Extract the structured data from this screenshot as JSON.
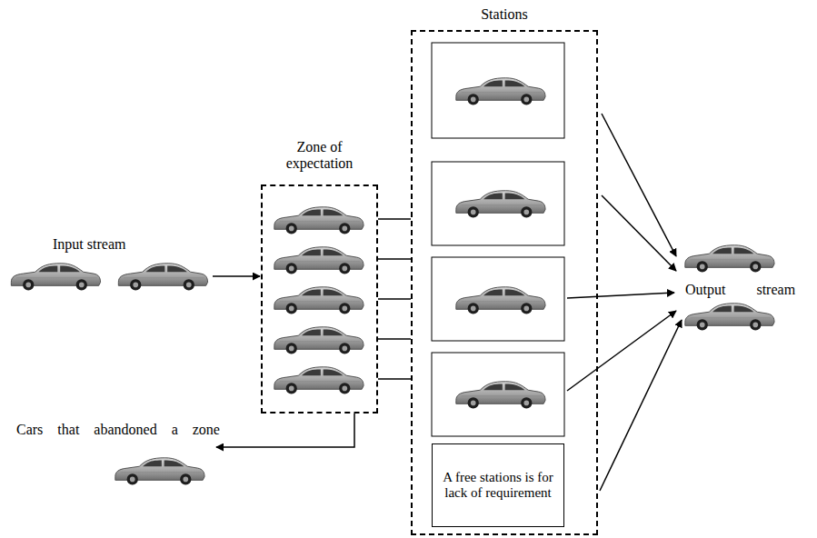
{
  "diagram": {
    "nodes": [
      {
        "text": [
          "Zone of expectation"
        ]
      },
      {
        "text": [
          "Stations"
        ]
      },
      {
        "text": [
          "A free stations is for lack of requirement"
        ],
        "in": 1
      }
    ],
    "edges": [
      {
        "from": 0,
        "to": 1,
        "arrow": "none"
      }
    ],
    "labels": [
      "Input stream",
      "Cars that abandoned a zone",
      "Output stream"
    ]
  }
}
